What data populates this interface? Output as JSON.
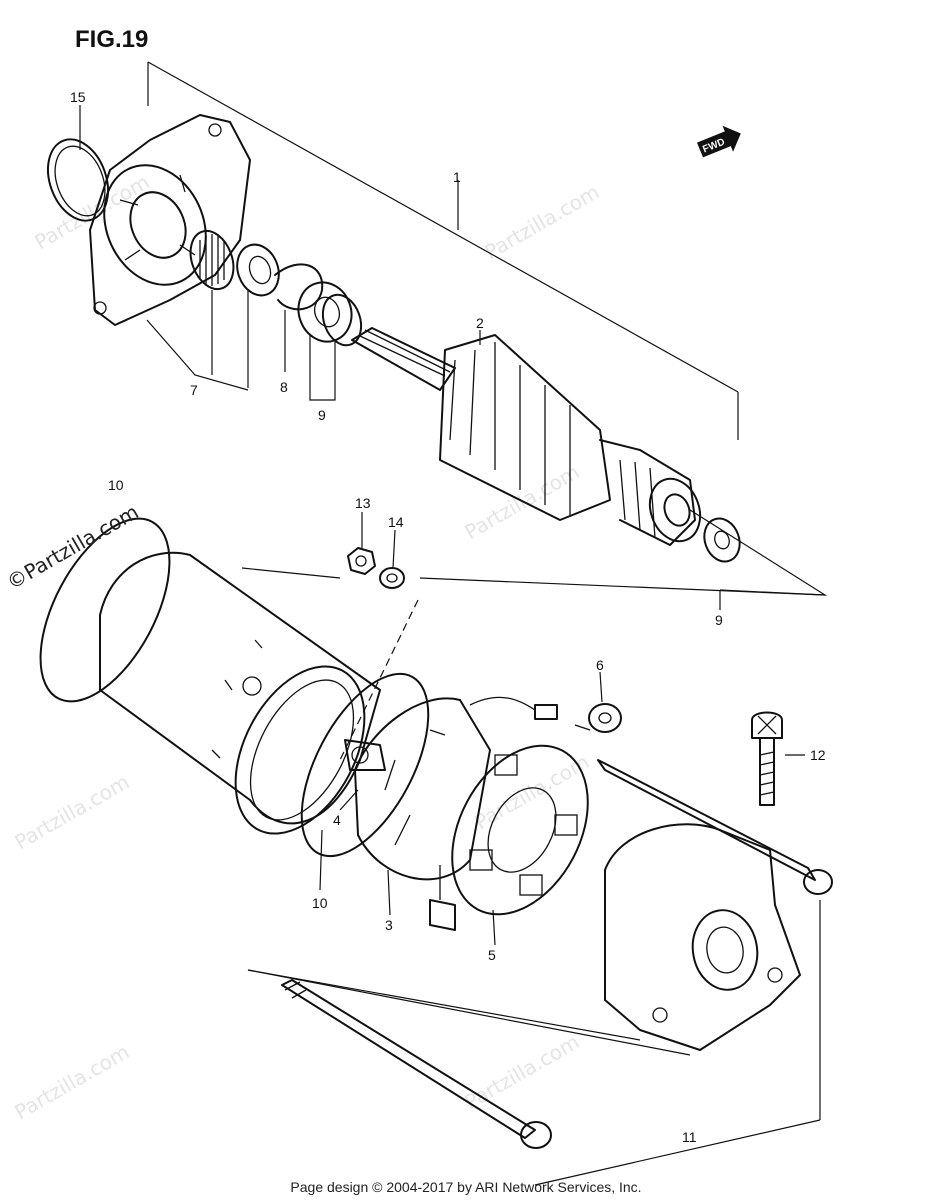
{
  "figure": {
    "title": "FIG.19"
  },
  "direction_marker": {
    "label": "FWD",
    "icon": "arrow-right-icon"
  },
  "callouts": [
    {
      "ref": "15"
    },
    {
      "ref": "1"
    },
    {
      "ref": "2"
    },
    {
      "ref": "7"
    },
    {
      "ref": "8"
    },
    {
      "ref": "9"
    },
    {
      "ref": "10"
    },
    {
      "ref": "13"
    },
    {
      "ref": "14"
    },
    {
      "ref": "9"
    },
    {
      "ref": "6"
    },
    {
      "ref": "12"
    },
    {
      "ref": "4"
    },
    {
      "ref": "10"
    },
    {
      "ref": "3"
    },
    {
      "ref": "5"
    },
    {
      "ref": "11"
    }
  ],
  "watermarks": {
    "text": "Partzilla.com",
    "copyright_text": "©Partzilla.com"
  },
  "footer": {
    "text": "Page design © 2004-2017 by ARI Network Services, Inc."
  }
}
